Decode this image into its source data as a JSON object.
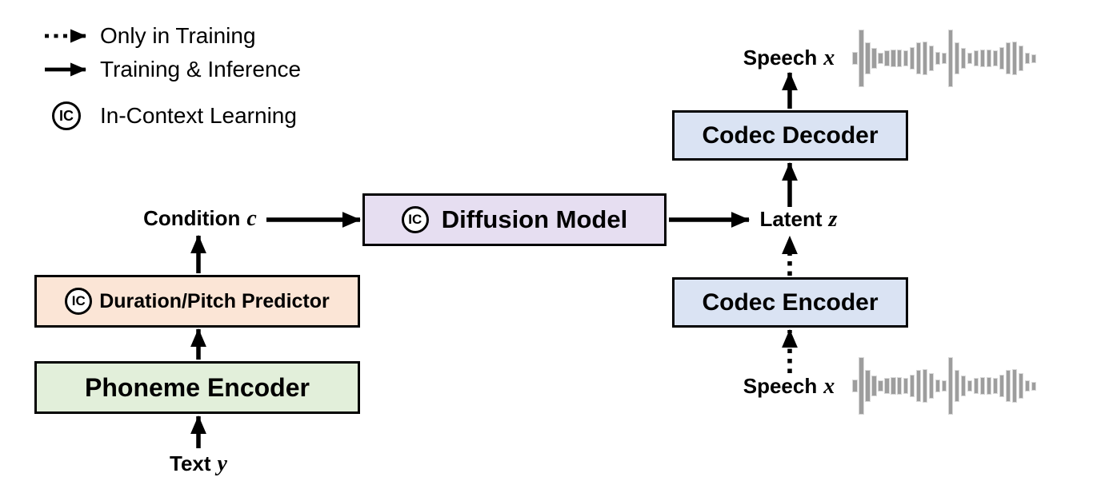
{
  "legend": {
    "ic_symbol": "IC",
    "items": [
      {
        "name": "only-in-training",
        "icon": "dotted-arrow-icon",
        "label": "Only in Training"
      },
      {
        "name": "training-inference",
        "icon": "solid-arrow-icon",
        "label": "Training & Inference"
      },
      {
        "name": "in-context-learning",
        "icon": "ic-badge-icon",
        "label": "In-Context Learning"
      }
    ]
  },
  "nodes": {
    "phoneme_encoder": {
      "label": "Phoneme Encoder",
      "color": "#E2EFDA"
    },
    "duration_pitch_predictor": {
      "label": "Duration/Pitch Predictor",
      "color": "#FBE5D6",
      "ic": "IC"
    },
    "diffusion_model": {
      "label": "Diffusion Model",
      "color": "#E6DEF1",
      "ic": "IC"
    },
    "codec_decoder": {
      "label": "Codec Decoder",
      "color": "#DAE3F3"
    },
    "codec_encoder": {
      "label": "Codec Encoder",
      "color": "#DAE3F3"
    }
  },
  "variables": {
    "text_input": {
      "label": "Text",
      "var": "y"
    },
    "condition": {
      "label": "Condition",
      "var": "c"
    },
    "latent": {
      "label": "Latent",
      "var": "z"
    },
    "speech_top": {
      "label": "Speech",
      "var": "x"
    },
    "speech_bottom": {
      "label": "Speech",
      "var": "x"
    }
  },
  "arrows": {
    "solid_meaning": "Training & Inference",
    "dotted_meaning": "Only in Training",
    "list": [
      {
        "name": "arrow-text-to-phoneme-encoder",
        "style": "solid"
      },
      {
        "name": "arrow-phoneme-to-duration-predictor",
        "style": "solid"
      },
      {
        "name": "arrow-duration-predictor-to-condition",
        "style": "solid"
      },
      {
        "name": "arrow-condition-to-diffusion-model",
        "style": "solid"
      },
      {
        "name": "arrow-diffusion-model-to-latent",
        "style": "solid"
      },
      {
        "name": "arrow-latent-to-codec-decoder",
        "style": "solid"
      },
      {
        "name": "arrow-codec-decoder-to-speech",
        "style": "solid"
      },
      {
        "name": "arrow-codec-encoder-to-latent",
        "style": "dotted"
      },
      {
        "name": "arrow-speech-to-codec-encoder",
        "style": "dotted"
      }
    ]
  },
  "waveform": {
    "color": "#9d9d9d",
    "max_height": 70,
    "heights": [
      14,
      70,
      38,
      24,
      12,
      18,
      20,
      20,
      18,
      26,
      38,
      40,
      30,
      14,
      12,
      70,
      38,
      24,
      12,
      18,
      20,
      20,
      18,
      26,
      38,
      40,
      30,
      12,
      9
    ]
  }
}
